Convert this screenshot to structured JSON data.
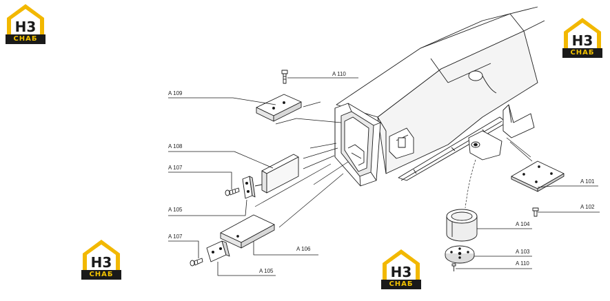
{
  "logo": {
    "mark": "H3",
    "brand": "СНАБ",
    "color_yellow": "#f2b800",
    "color_dark": "#1a1a1a"
  },
  "labels": {
    "a110_top": "A 110",
    "a109": "A 109",
    "a108": "A 108",
    "a107_top": "A 107",
    "a105_top": "A 105",
    "a107_bottom": "A 107",
    "a105_bottom": "A 105",
    "a106": "A 106",
    "a101": "A 101",
    "a102": "A 102",
    "a104": "A 104",
    "a103": "A 103",
    "a110_bottom": "A 110"
  }
}
